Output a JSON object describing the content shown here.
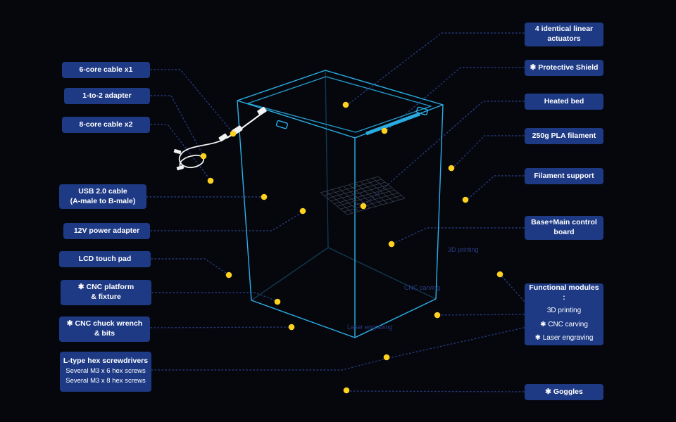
{
  "colors": {
    "background": "#05070d",
    "label_bg": "#1e3a85",
    "label_text": "#ffffff",
    "wireframe_cyan": "#2bb0e8",
    "marker_dot_yellow": "#ffd21f",
    "connector_line_blue": "#26397a",
    "module_text_blue": "#2b3c80",
    "cable_white": "#f2f2f2"
  },
  "left_labels": [
    {
      "text": "6-core cable x1"
    },
    {
      "text": "1-to-2 adapter"
    },
    {
      "text": "8-core cable x2"
    },
    {
      "text": "USB 2.0 cable\n(A-male to B-male)"
    },
    {
      "text": "12V power adapter"
    },
    {
      "text": "LCD touch pad"
    },
    {
      "text": "✱ CNC  platform\n& fixture"
    },
    {
      "text": "✱ CNC chuck wrench\n& bits"
    },
    {
      "title": "L-type hex screwdrivers",
      "line1": "Several M3 x 6 hex screws",
      "line2": "Several M3 x 8 hex screws"
    }
  ],
  "right_labels": [
    {
      "text": "4 identical linear\nactuators"
    },
    {
      "text": "✱ Protective Shield"
    },
    {
      "text": "Heated bed"
    },
    {
      "text": "250g PLA filament"
    },
    {
      "text": "Filament support"
    },
    {
      "text": "Base+Main control\nboard"
    },
    {
      "title": "Functional modules :",
      "items": [
        "3D printing",
        "✱ CNC carving",
        "✱ Laser engraving"
      ]
    },
    {
      "text": "✱ Goggles"
    }
  ],
  "machine_area_labels": [
    {
      "text": "3D printing"
    },
    {
      "text": "CNC carving"
    },
    {
      "text": "Laser engraving"
    }
  ]
}
